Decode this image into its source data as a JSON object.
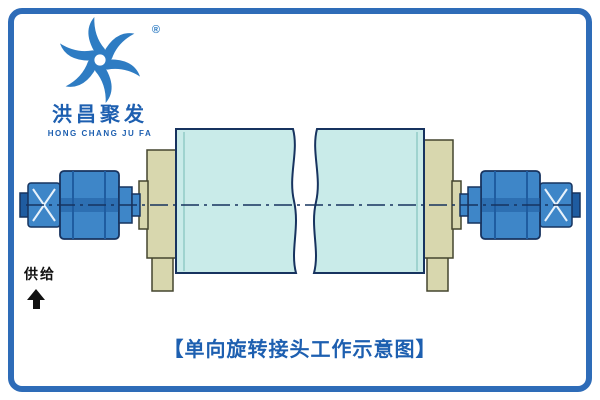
{
  "logo": {
    "chinese": "洪昌聚发",
    "english": "HONG CHANG JU FA",
    "registered": "®"
  },
  "labels": {
    "supply": "供给"
  },
  "caption": "【单向旋转接头工作示意图】",
  "diagram_parts": {
    "left_joint": "rotary joint (left)",
    "right_joint": "rotary joint (right)",
    "roller": "heated roller drum with break lines",
    "flanges": "mounting flanges with support legs",
    "centerline": "dash-dot rotation axis"
  },
  "palette": {
    "frame": "#2e6cb8",
    "accent_text": "#1d5fb0",
    "logo_blue": "#2e7cc3",
    "joint_blue": "#3e86c8",
    "joint_dark": "#1f5ca0",
    "roller_cyan": "#c9ebe9",
    "flange_beige": "#d8d7ae",
    "outline_navy": "#17335f",
    "supply_black": "#111111"
  }
}
